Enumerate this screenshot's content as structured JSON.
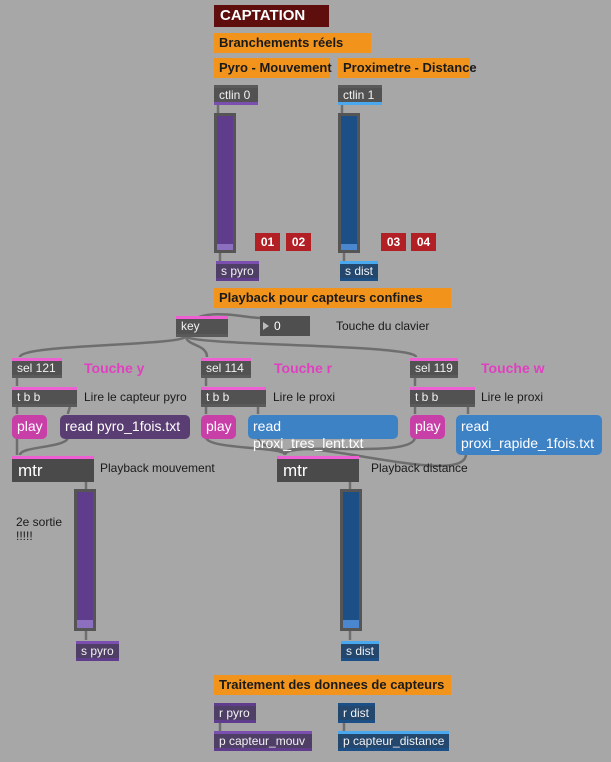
{
  "title": "CAPTATION",
  "headers": {
    "branchements": "Branchements réels",
    "pyro": "Pyro - Mouvement",
    "proxi": "Proximetre - Distance",
    "playback": "Playback pour capteurs confines",
    "traitement": "Traitement des donnees de capteurs"
  },
  "objects": {
    "ctlin0": "ctlin 0",
    "ctlin1": "ctlin 1",
    "s_pyro_top": "s pyro",
    "s_dist_top": "s dist",
    "key": "key",
    "sel121": "sel 121",
    "sel114": "sel 114",
    "sel119": "sel 119",
    "tbb1": "t b b",
    "tbb2": "t b b",
    "tbb3": "t b b",
    "mtr1": "mtr",
    "mtr2": "mtr",
    "s_pyro_bot": "s pyro",
    "s_dist_bot": "s dist",
    "r_pyro": "r pyro",
    "r_dist": "r dist",
    "p_mouv": "p capteur_mouv",
    "p_dist": "p capteur_distance"
  },
  "number_box": "0",
  "badges": [
    "01",
    "02",
    "03",
    "04"
  ],
  "messages": {
    "play1": "play",
    "play2": "play",
    "play3": "play",
    "read1": "read pyro_1fois.txt",
    "read2": "read proxi_tres_lent.txt",
    "read3": "read proxi_rapide_1fois.txt"
  },
  "labels": {
    "touche_clavier": "Touche du clavier",
    "touche_y": "Touche y",
    "touche_r": "Touche r",
    "touche_w": "Touche w",
    "lire_pyro": "Lire le capteur pyro",
    "lire_proxi1": "Lire le proxi",
    "lire_proxi2": "Lire le proxi",
    "playback_mouv": "Playback mouvement",
    "playback_dist": "Playback distance",
    "sortie": "2e sortie\n!!!!!"
  },
  "colors": {
    "background": "#a7a7a7",
    "orange": "#f2941b",
    "title_bg": "#5f0e0e",
    "purple": "#5f3d8c",
    "blue": "#1c4f86",
    "pink_inlet": "#ee5fd3"
  }
}
